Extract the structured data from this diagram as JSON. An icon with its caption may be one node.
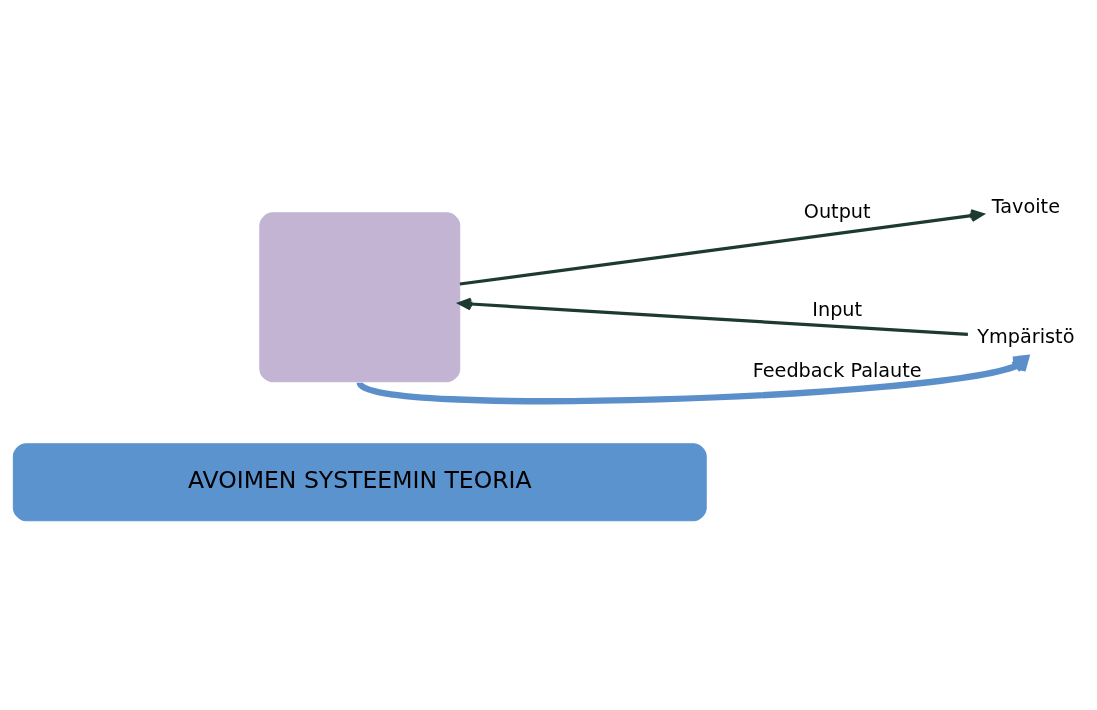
{
  "diagram": {
    "nodes": [
      {
        "text": [
          "AVOIMEN SYSTEEMIN TEORIA"
        ]
      },
      {
        "text": [
          "Ympäristö"
        ]
      },
      {
        "text": [],
        "shape": "box"
      },
      {
        "text": [
          "Tavoite"
        ]
      }
    ],
    "edges": [
      {
        "from": 1,
        "to": 2,
        "arrow": "to",
        "label": "Input"
      },
      {
        "from": 2,
        "to": 3,
        "arrow": "to",
        "label": "Output"
      },
      {
        "from": 2,
        "to": 1,
        "arrow": "to",
        "label": "Feedback Palaute",
        "style": "thick",
        "color": "#5b8fc9"
      }
    ]
  }
}
